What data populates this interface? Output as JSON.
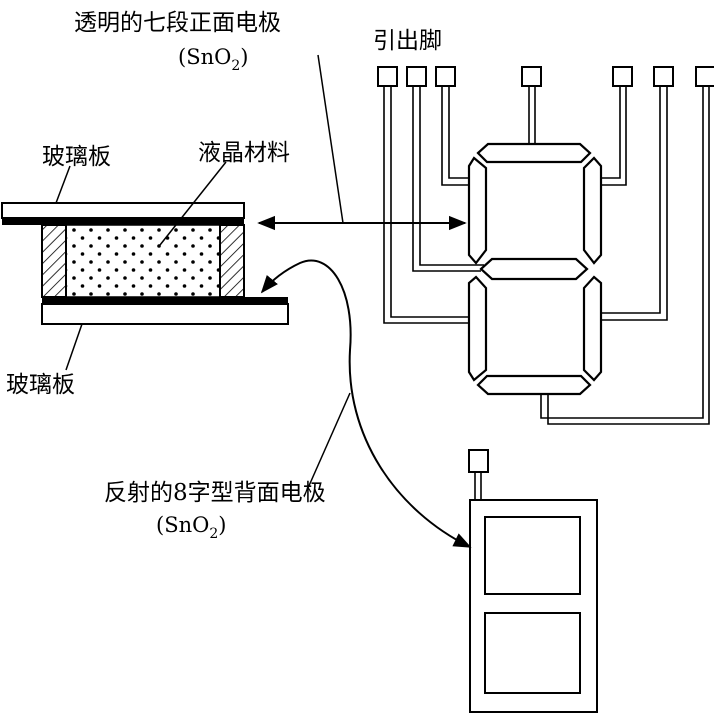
{
  "labels": {
    "front_electrode": "透明的七段正面电极",
    "front_electrode_material": "(SnO2)",
    "lead_pins": "引出脚",
    "glass_top": "玻璃板",
    "liquid_crystal": "液晶材料",
    "glass_bottom": "玻璃板",
    "back_electrode": "反射的8字型背面电极",
    "back_electrode_material": "(SnO2)"
  },
  "formula": {
    "prefix": "(SnO",
    "subscript": "2",
    "suffix": ")"
  },
  "colors": {
    "line": "#000000",
    "background": "#ffffff"
  }
}
